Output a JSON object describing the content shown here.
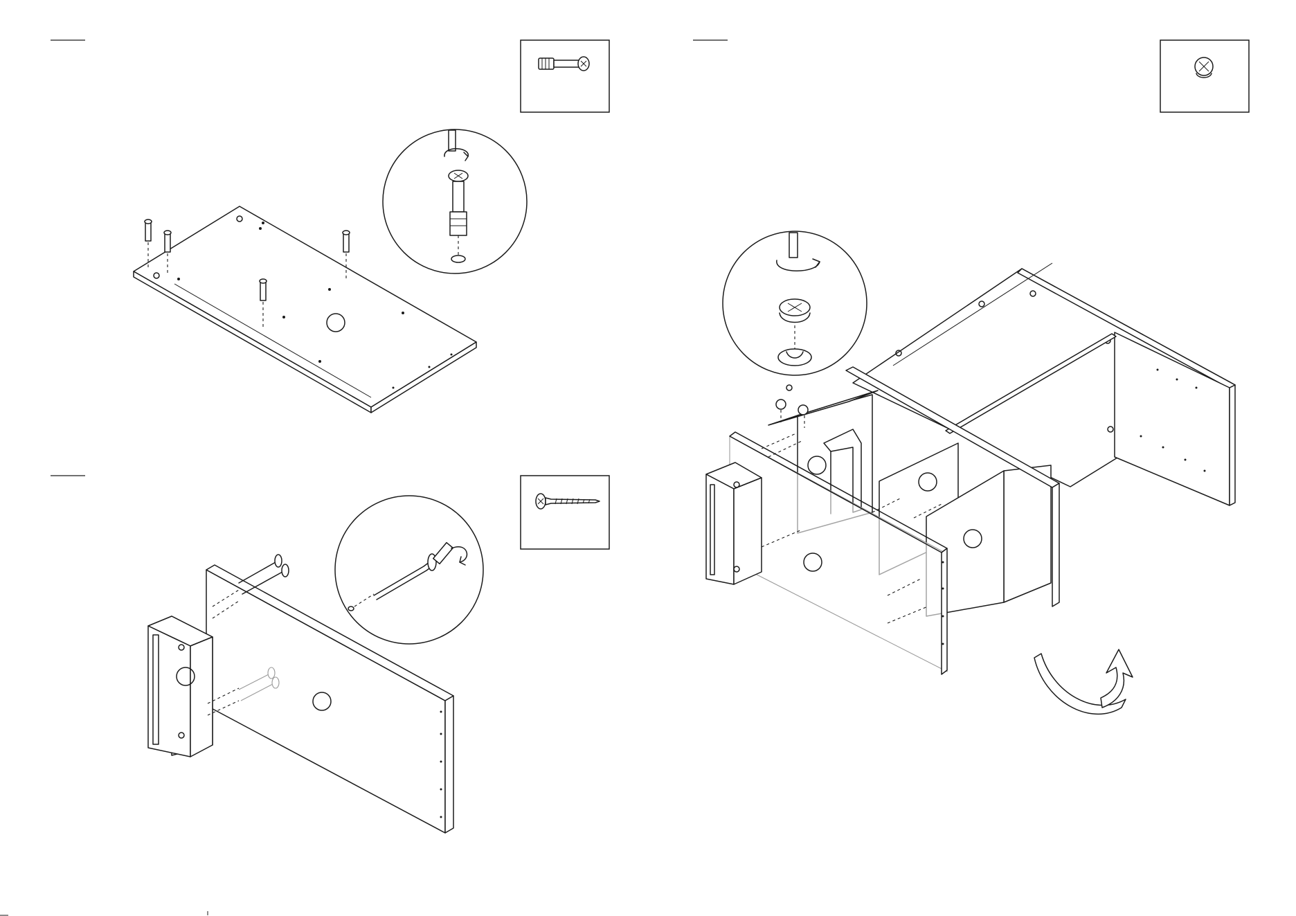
{
  "document": {
    "type": "furniture assembly instruction sheet",
    "color_line": "#1a1a1a",
    "color_paper": "#ffffff"
  },
  "steps": [
    {
      "id": "step-top-left",
      "hardware_icon": "cam-bolt-icon",
      "detail_icon": "cam-bolt-detail-icon"
    },
    {
      "id": "step-bottom-left",
      "hardware_icon": "wood-screw-icon",
      "detail_icon": "wood-screw-detail-icon"
    },
    {
      "id": "step-right",
      "hardware_icon": "cam-lock-icon",
      "detail_icon": "cam-lock-detail-icon",
      "extra_icon": "flip-over-arrow-icon"
    }
  ]
}
